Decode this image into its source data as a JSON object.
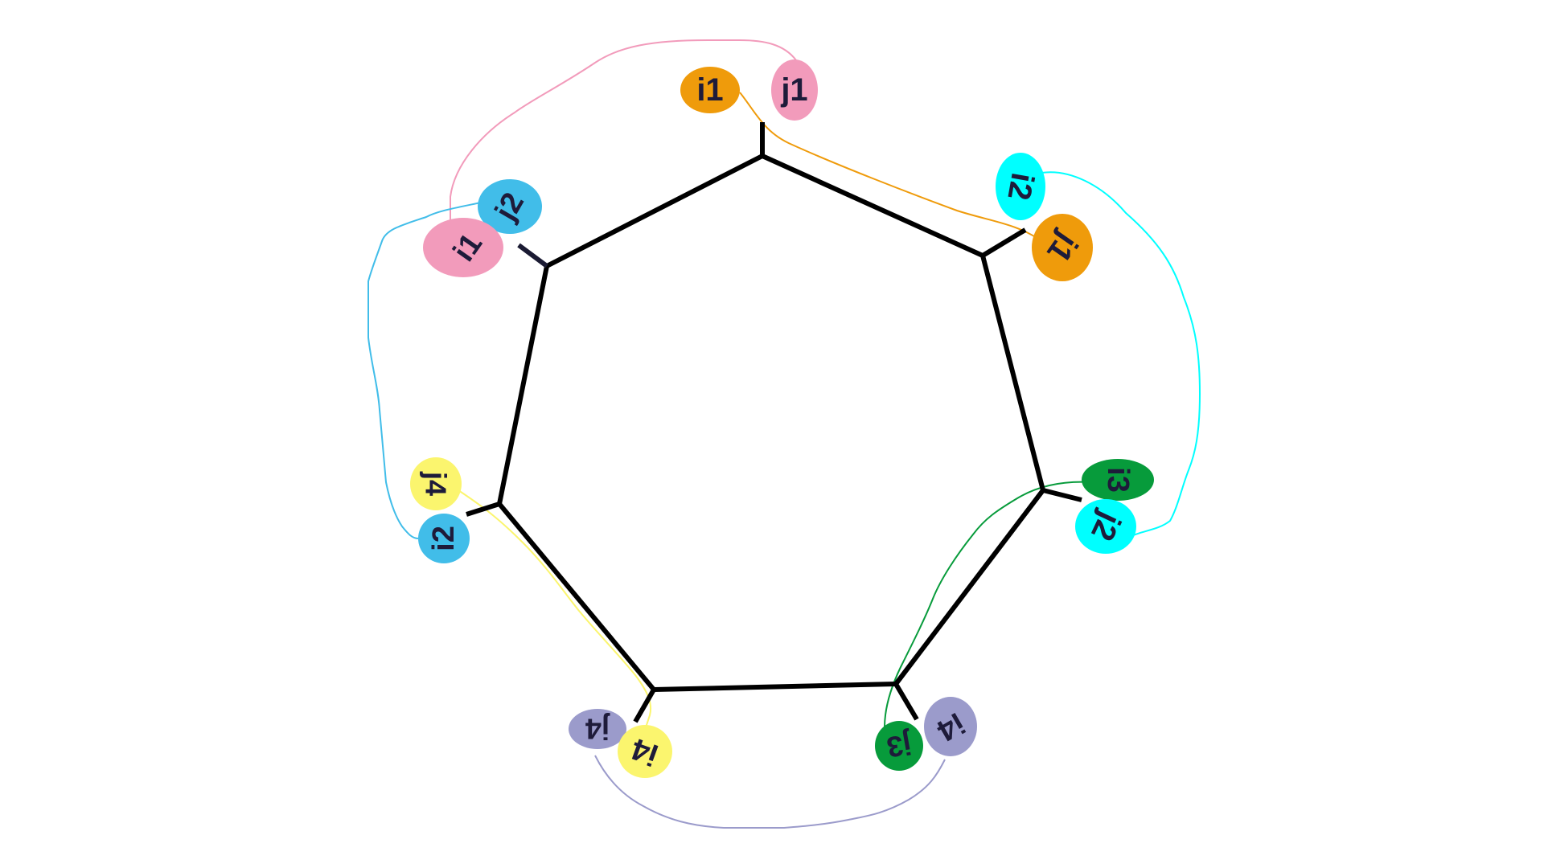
{
  "colors": {
    "orange": "#ef9b0b",
    "pink": "#f29bbb",
    "cyan": "#00ffff",
    "blue": "#41bde9",
    "green": "#079b3b",
    "yellow": "#fbf56e",
    "lavender": "#9b9bcb",
    "edge": "#000000",
    "text": "#1e1b3a"
  },
  "labels": {
    "top_i1": "i1",
    "top_j1": "j1",
    "ur_i2": "i2",
    "ur_j1": "j1",
    "right_i3": "i3",
    "right_j2": "j2",
    "br_j3": "j3",
    "br_i4": "i4",
    "bl_j4": "j4",
    "bl_i4": "i4",
    "left_j4": "j4",
    "left_i2": "i2",
    "ul_j2": "j2",
    "ul_i1": "i1"
  }
}
